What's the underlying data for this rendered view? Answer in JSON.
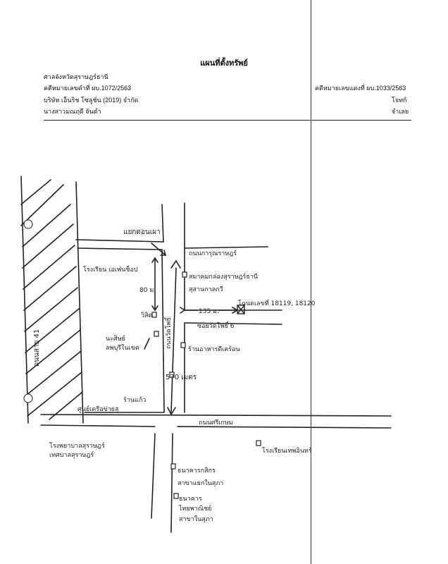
{
  "header": {
    "title": "แผนที่ตั้งทรัพย์",
    "court": "ศาลจังหวัดสุราษฎร์ธานี",
    "case_black": "คดีหมายเลขดำที่ ผบ.1072/2563",
    "case_red": "คดีหมายเลขแดงที่ ผบ.1033/2563",
    "plaintiff_name": "บริษัท เอ็นริช โซลูชั่น (2019) จำกัด",
    "plaintiff_role": "โจทก์",
    "defendant_name": "นางสาวมณฤดี จันดำ",
    "defendant_role": "จำเลย"
  },
  "map": {
    "main_road": "ถนนสาย 41",
    "junction": "แยกดอนเผา",
    "road_karunrat": "ถนนการุณราษฎร์",
    "road_sri_kasem": "ถนนศรีเกษม",
    "soi": "ซอยวัดโพธิ์ 6",
    "road_watpho": "ถนนวัดโพธิ์",
    "property": "โฉนดเลขที่ 18119, 18120",
    "dist_135": "135 ม.",
    "dist_80": "80 ม.",
    "dist_570": "570 เมตร",
    "lm_1": "โรงเรียน เอเฟ่นช็อป",
    "lm_2": "สมาคมกล่องสุราษฎร์ธานี",
    "lm_3": "สุสานกาลกวี",
    "lm_4": "วิสิต",
    "lm_5": "ร้านแก้ว",
    "lm_6": "ร้านอาหารดีเคร้อน",
    "lm_7": "ศูนย์เครือข่ายสุ",
    "lm_8": "โรงพยาบาลสุราษฎร์",
    "lm_9": "เทศบาลสุราษฎร์",
    "lm_10": "โรงเรียนเทพอินทร์",
    "lm_11": "ธนาคารกสิกร",
    "lm_12": "สาขาแยกในสุภา",
    "lm_13": "ธนาคาร",
    "lm_14": "ไทยพาณิชย์",
    "lm_15": "สาขาในสุภา",
    "lm_16": "นะศิษย์",
    "lm_17": "ลพบุรีในเขต"
  }
}
